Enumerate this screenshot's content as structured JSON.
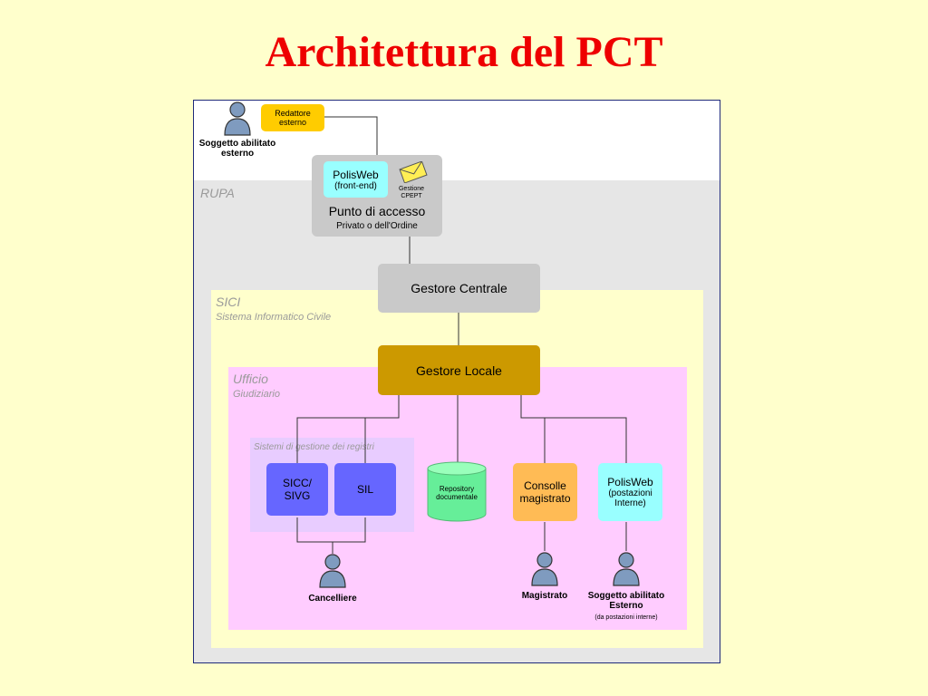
{
  "title": "Architettura del PCT",
  "zones": {
    "rupa": "RUPA",
    "sici": {
      "name": "SICI",
      "sub": "Sistema Informatico Civile"
    },
    "ufficio": {
      "name": "Ufficio",
      "sub": "Giudiziario"
    },
    "registri": "Sistemi di gestione dei registri"
  },
  "nodes": {
    "redattore": "Redattore esterno",
    "soggetto_esterno": "Soggetto abilitato esterno",
    "polisweb_front": {
      "name": "PolisWeb",
      "sub": "(front-end)"
    },
    "gestione_cpept": "Gestione CPEPT",
    "punto_accesso": {
      "name": "Punto di accesso",
      "sub": "Privato o dell'Ordine"
    },
    "gestore_centrale": "Gestore Centrale",
    "gestore_locale": "Gestore Locale",
    "sicc": "SICC/ SIVG",
    "sil": "SIL",
    "repository": "Repository documentale",
    "consolle": "Consolle magistrato",
    "polisweb_int": {
      "name": "PolisWeb",
      "sub": "(postazioni Interne)"
    },
    "cancelliere": "Cancelliere",
    "magistrato": "Magistrato",
    "soggetto_interno": {
      "name": "Soggetto abilitato Esterno",
      "sub": "(da postazioni interne)"
    }
  },
  "colors": {
    "title": "#ee0000",
    "background": "#ffffcc",
    "rupa_zone": "#e6e6e6",
    "sici_zone": "#ffffcc",
    "ufficio_zone": "#ffccff",
    "gray_box": "#c9c9c9",
    "gestore_locale": "#cc9900",
    "registri_box": "#6666ff",
    "repository": "#66ee99",
    "consolle": "#ffbb55",
    "polisweb": "#99ffff",
    "redattore": "#ffcc00",
    "person": "#7f9bbf"
  },
  "icons": [
    "person-icon",
    "envelope-icon",
    "database-icon"
  ]
}
